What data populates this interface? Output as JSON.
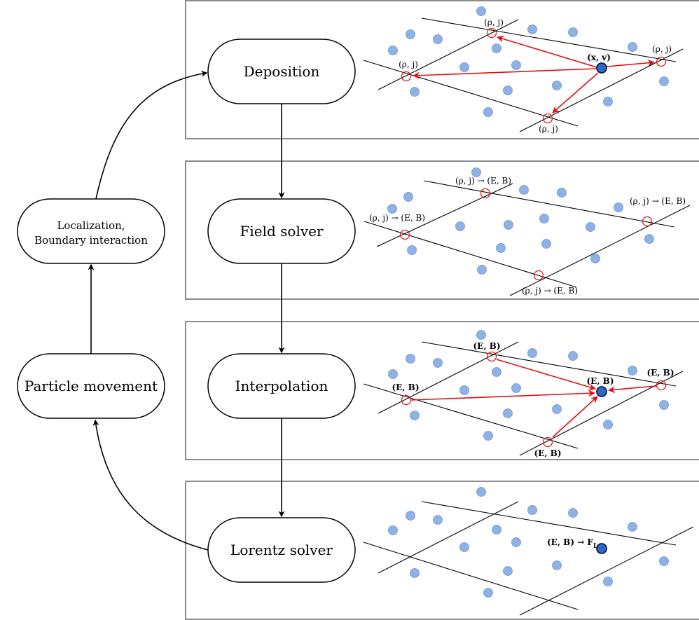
{
  "nodes": {
    "deposition": "Deposition",
    "field_solver": "Field solver",
    "interpolation": "Interpolation",
    "lorentz_solver": "Lorentz solver",
    "particle_movement": "Particle movement",
    "localization_line1": "Localization,",
    "localization_line2": "Boundary interaction"
  },
  "annotations": {
    "deposition_charge": "(ρ, j)",
    "deposition_particle": "(x, v)",
    "field_solver_map": "(ρ, j) → (E, B)",
    "interpolation_field": "(E, B)",
    "lorentz_map": "(E, B) → F",
    "lorentz_subscript": "L"
  },
  "colors": {
    "particle_fill": "#8fb2e6",
    "highlight_particle": "#2f69c8",
    "node_marker": "#e01b1b",
    "panel_border": "#8c8c8c"
  }
}
